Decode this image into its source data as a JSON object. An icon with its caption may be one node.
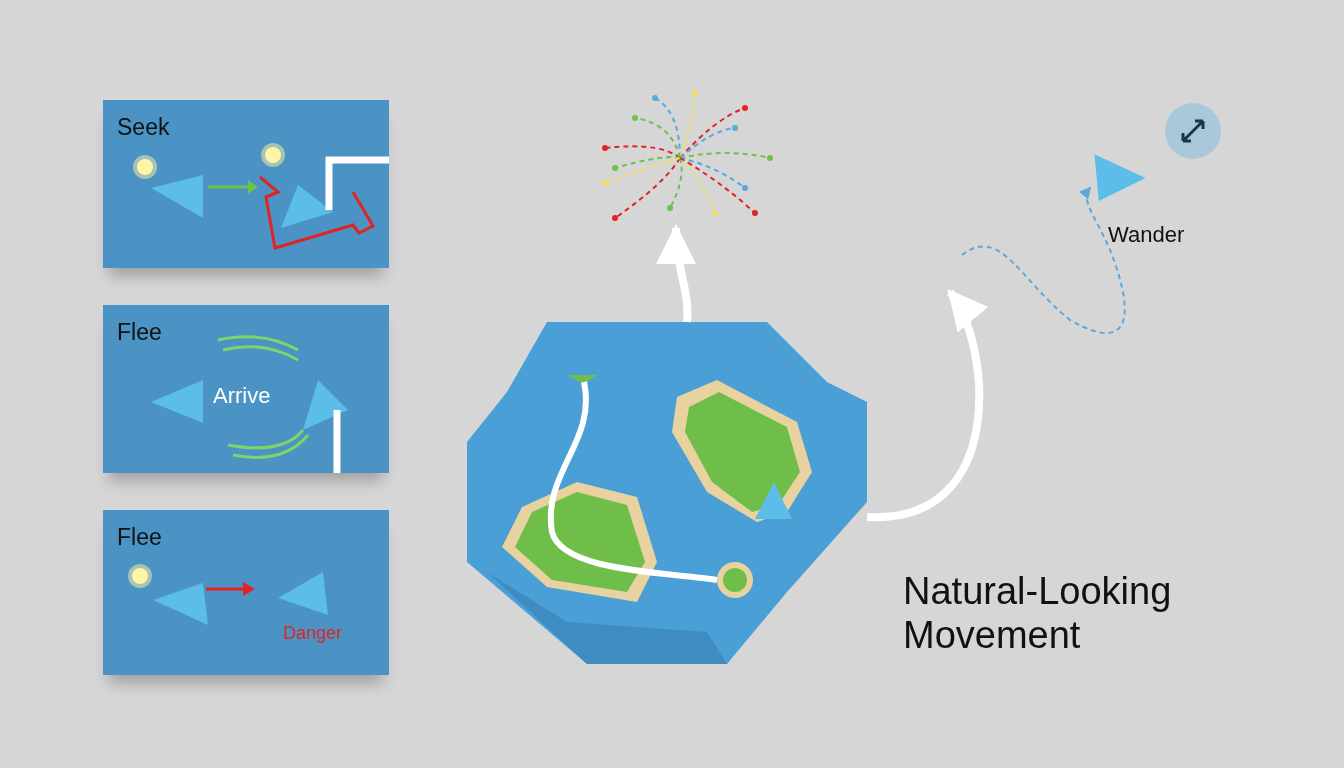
{
  "diagram": {
    "nodes": [
      {
        "text": [
          "Seek"
        ]
      },
      {
        "text": [
          "Flee",
          "Arrive"
        ]
      },
      {
        "text": [
          "Flee",
          "Danger"
        ]
      },
      {
        "text": [],
        "shape": "picture"
      },
      {
        "text": [],
        "shape": "picture"
      },
      {
        "text": [
          "Wander"
        ]
      }
    ],
    "edges": [
      {
        "from": 3,
        "to": 4,
        "arrow": "to"
      },
      {
        "from": 3,
        "to": null,
        "arrow": "to"
      },
      {
        "from": null,
        "to": 5,
        "arrow": "to",
        "style": "dashed",
        "color": "#5aa9dd"
      }
    ],
    "labels": [
      "Natural-Looking Movement"
    ]
  }
}
